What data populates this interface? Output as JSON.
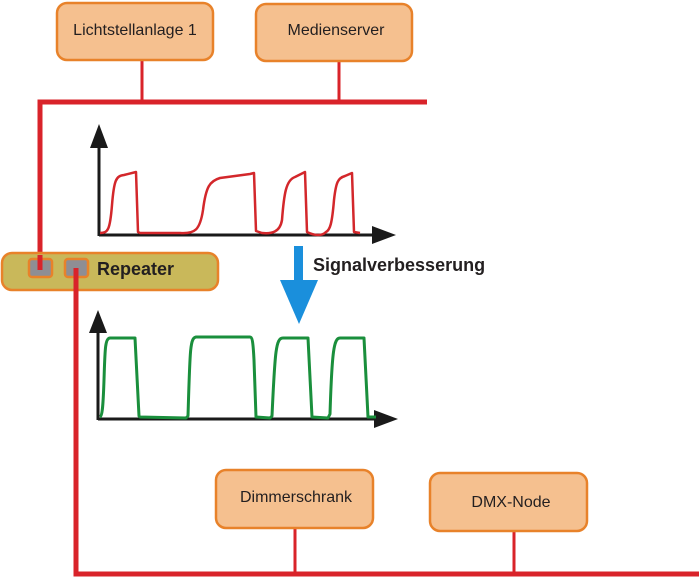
{
  "nodes": {
    "lichtstellanlage": "Lichtstellanlage 1",
    "medienserver": "Medienserver",
    "repeater": "Repeater",
    "dimmerschrank": "Dimmerschrank",
    "dmx_node": "DMX-Node"
  },
  "annotation": "Signalverbesserung",
  "colors": {
    "bus_line": "#d9232a",
    "node_fill": "#f5c08f",
    "node_border": "#e8822a",
    "repeater_fill": "#c9b85a",
    "port_fill": "#8e8e94",
    "input_signal": "#d3272b",
    "output_signal": "#1a8f3c",
    "arrow": "#1a8fdc",
    "axis": "#1a1a1a"
  }
}
